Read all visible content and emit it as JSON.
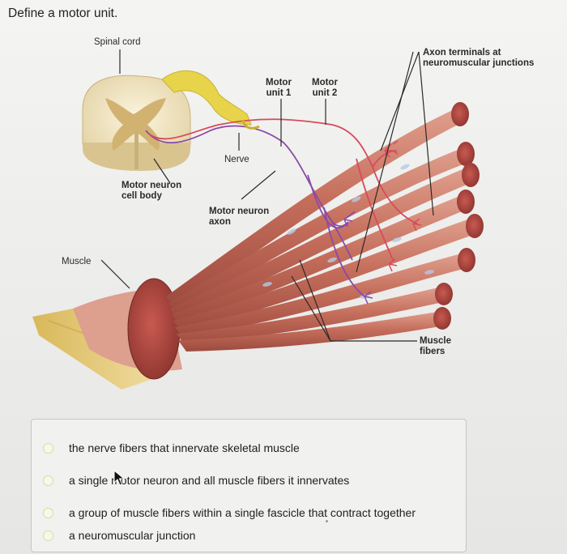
{
  "question": "Define a motor unit.",
  "figure": {
    "labels": {
      "spinal_cord": "Spinal cord",
      "motor_unit_1": "Motor\nunit 1",
      "motor_unit_2": "Motor\nunit 2",
      "axon_terminals": "Axon terminals at\nneuromuscular junctions",
      "nerve": "Nerve",
      "motor_neuron_cell_body": "Motor neuron\ncell body",
      "motor_neuron_axon": "Motor neuron\naxon",
      "muscle": "Muscle",
      "muscle_fibers": "Muscle\nfibers"
    }
  },
  "options": [
    {
      "text": "the nerve fibers that innervate skeletal muscle",
      "selected": false
    },
    {
      "text": "a single motor neuron and all muscle fibers it innervates",
      "selected": false
    },
    {
      "text": "a group of muscle fibers within a single fascicle that contract together",
      "selected": false
    },
    {
      "text": "a neuromuscular junction",
      "selected": false
    }
  ],
  "colors": {
    "muscle": "#c0695a",
    "muscle_dark": "#8e3a35",
    "spinal_cord": "#efe4c6",
    "nerve_yellow": "#e8d44a",
    "motor_unit_1_axon": "#8a4aa8",
    "motor_unit_2_axon": "#d84a5a",
    "radio_border": "#d6dd9a"
  }
}
